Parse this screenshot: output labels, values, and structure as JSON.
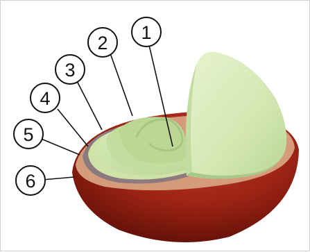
{
  "labels": [
    {
      "id": "1",
      "text": "1",
      "part": "inner-layer"
    },
    {
      "id": "2",
      "text": "2",
      "part": "bean-face"
    },
    {
      "id": "3",
      "text": "3",
      "part": "silverskin"
    },
    {
      "id": "4",
      "text": "4",
      "part": "parchment"
    },
    {
      "id": "5",
      "text": "5",
      "part": "pulp"
    },
    {
      "id": "6",
      "text": "6",
      "part": "skin"
    }
  ],
  "colors": {
    "skin": "#8b1a10",
    "skin_highlight": "#c0392b",
    "pulp": "#d49a76",
    "parchment": "#8c7a7e",
    "bean_light": "#dfeec3",
    "bean_mid": "#c9e0a6",
    "bean_edge": "#a9c98a",
    "label_circle": "#ffffff",
    "label_stroke": "#111111"
  }
}
